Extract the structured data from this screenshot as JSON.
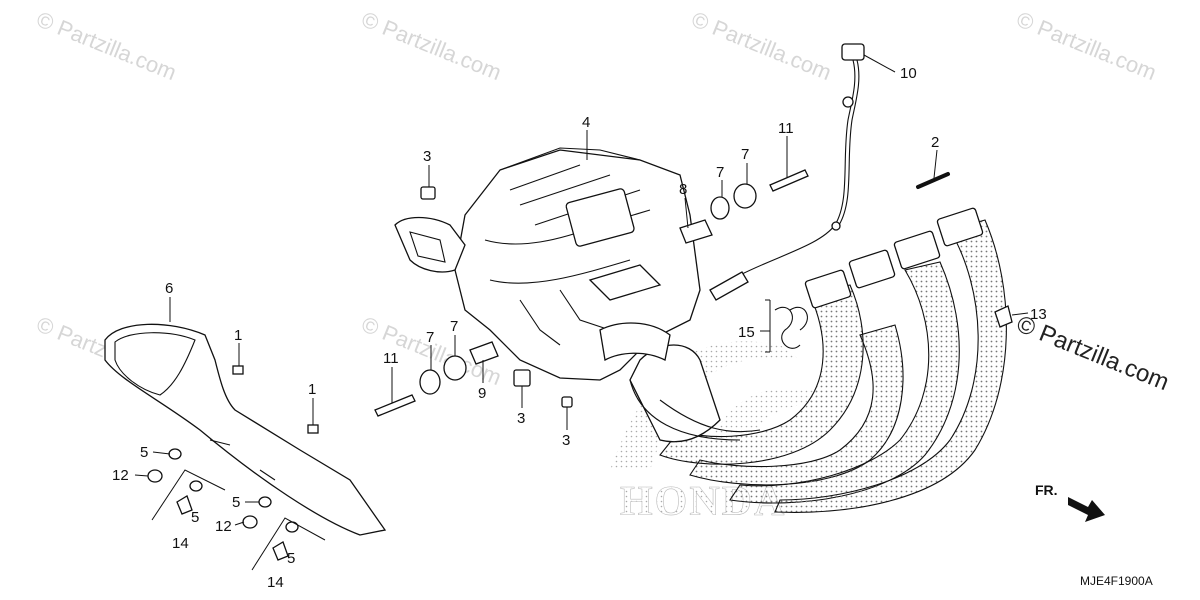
{
  "watermark_text": "© Partzilla.com",
  "brand_text": "HONDA",
  "diagram_code": "MJE4F1900A",
  "direction_label": "FR.",
  "callouts": [
    {
      "id": "c10",
      "label": "10"
    },
    {
      "id": "c4",
      "label": "4"
    },
    {
      "id": "c11a",
      "label": "11"
    },
    {
      "id": "c3a",
      "label": "3"
    },
    {
      "id": "c7a",
      "label": "7"
    },
    {
      "id": "c7b",
      "label": "7"
    },
    {
      "id": "c8",
      "label": "8"
    },
    {
      "id": "c2",
      "label": "2"
    },
    {
      "id": "c6",
      "label": "6"
    },
    {
      "id": "c1a",
      "label": "1"
    },
    {
      "id": "c1b",
      "label": "1"
    },
    {
      "id": "c7c",
      "label": "7"
    },
    {
      "id": "c7d",
      "label": "7"
    },
    {
      "id": "c11b",
      "label": "11"
    },
    {
      "id": "c9",
      "label": "9"
    },
    {
      "id": "c3b",
      "label": "3"
    },
    {
      "id": "c3c",
      "label": "3"
    },
    {
      "id": "c15",
      "label": "15"
    },
    {
      "id": "c13",
      "label": "13"
    },
    {
      "id": "c5a",
      "label": "5"
    },
    {
      "id": "c12a",
      "label": "12"
    },
    {
      "id": "c5b",
      "label": "5"
    },
    {
      "id": "c14a",
      "label": "14"
    },
    {
      "id": "c5c",
      "label": "5"
    },
    {
      "id": "c12b",
      "label": "12"
    },
    {
      "id": "c5d",
      "label": "5"
    },
    {
      "id": "c14b",
      "label": "14"
    }
  ]
}
